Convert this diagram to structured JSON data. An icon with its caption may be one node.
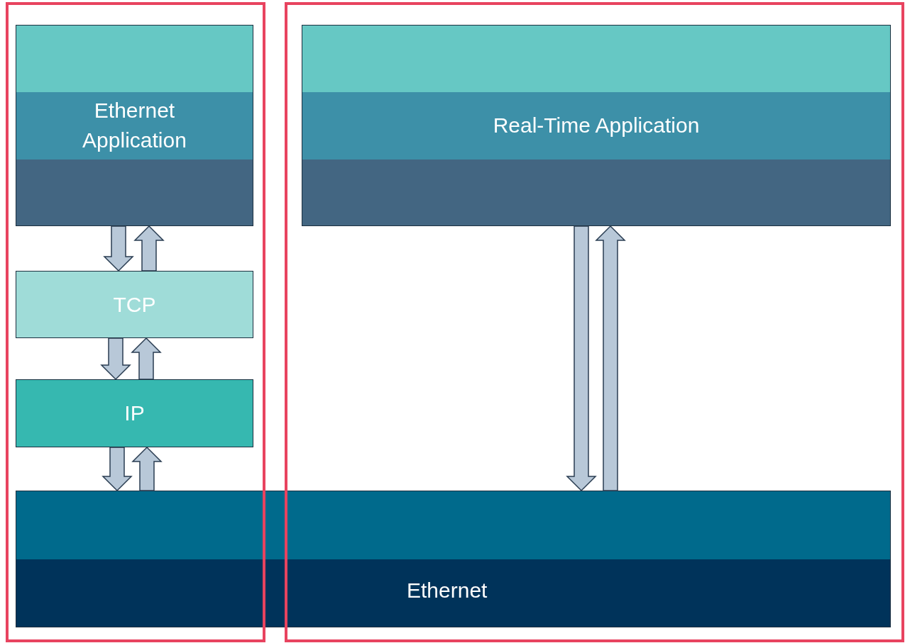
{
  "diagram": {
    "nodes": [
      {
        "text": [],
        "shape": "box"
      },
      {
        "text": [
          "Ethernet Application"
        ],
        "in": 0
      },
      {
        "text": [
          "TCP"
        ],
        "in": 0
      },
      {
        "text": [
          "IP"
        ],
        "in": 0
      },
      {
        "text": [],
        "shape": "box"
      },
      {
        "text": [
          "Real-Time Application"
        ],
        "in": 4
      },
      {
        "text": [
          "Ethernet"
        ]
      }
    ],
    "edges": [
      {
        "from": 1,
        "to": 2,
        "arrow": "to"
      },
      {
        "from": 2,
        "to": 1,
        "arrow": "to"
      },
      {
        "from": 2,
        "to": 3,
        "arrow": "to"
      },
      {
        "from": 3,
        "to": 2,
        "arrow": "to"
      },
      {
        "from": 3,
        "to": 6,
        "arrow": "to"
      },
      {
        "from": 6,
        "to": 3,
        "arrow": "to"
      },
      {
        "from": 5,
        "to": 6,
        "arrow": "to"
      },
      {
        "from": 6,
        "to": 5,
        "arrow": "to"
      }
    ]
  }
}
